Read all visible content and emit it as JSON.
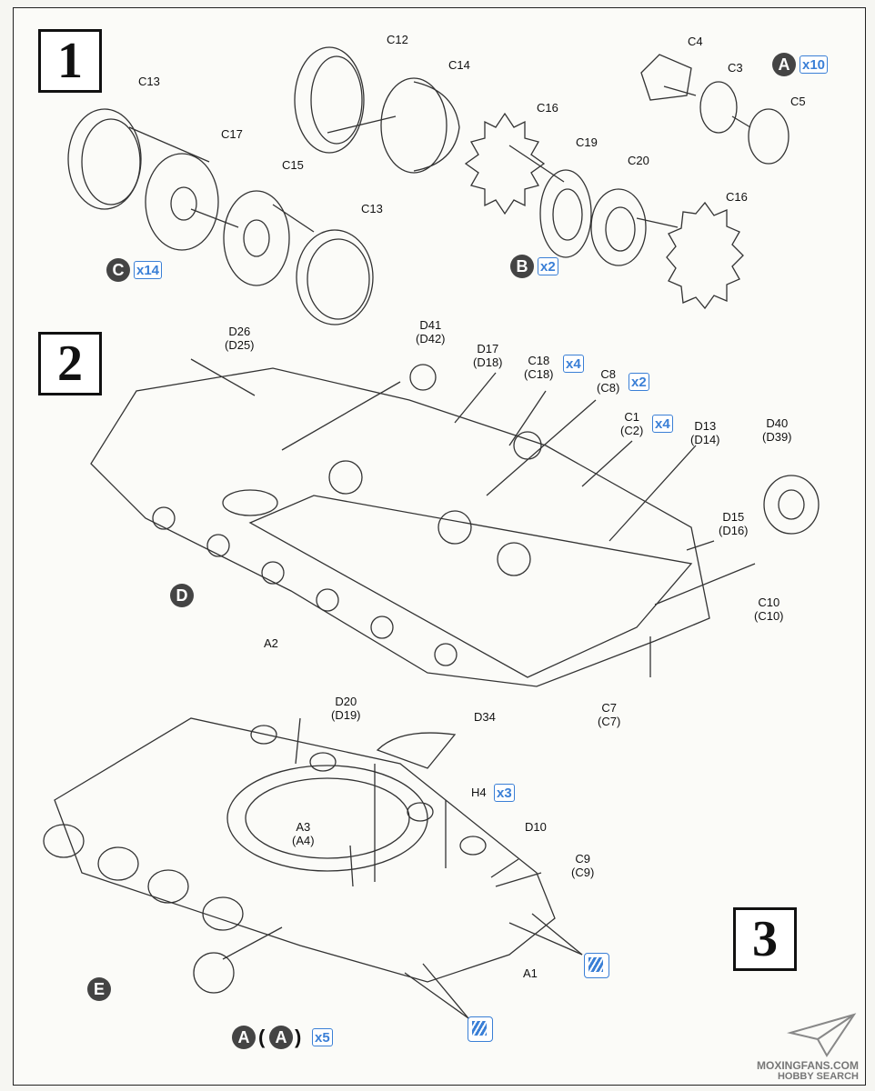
{
  "steps": {
    "s1": "1",
    "s2": "2",
    "s3": "3"
  },
  "circles": {
    "A": "A",
    "B": "B",
    "C": "C",
    "D": "D",
    "E": "E",
    "A_paren_open": "(",
    "A_inner": "A",
    "A_paren_close": ")"
  },
  "multipliers": {
    "A": "x10",
    "B": "x2",
    "C": "x14",
    "C18": "x4",
    "C8": "x2",
    "C1": "x4",
    "H4": "x3",
    "A_bottom": "x5"
  },
  "labels": {
    "step1": [
      "C12",
      "C14",
      "C13",
      "C17",
      "C16",
      "C15",
      "C19",
      "C20",
      "C13",
      "C16",
      "C4",
      "C3",
      "C5"
    ],
    "step2": [
      "D26\n(D25)",
      "D41\n(D42)",
      "D17\n(D18)",
      "C18\n(C18)",
      "C8\n(C8)",
      "C1\n(C2)",
      "D13\n(D14)",
      "D40\n(D39)",
      "D15\n(D16)",
      "C10\n(C10)",
      "A2",
      "C7\n(C7)"
    ],
    "step3": [
      "D20\n(D19)",
      "D34",
      "H4",
      "A3\n(A4)",
      "D10",
      "C9\n(C9)",
      "A1"
    ]
  },
  "watermark": {
    "line1": "MOXINGFANS.COM",
    "line2": "HOBBY SEARCH"
  },
  "colors": {
    "accent": "#3a7fd6",
    "ink": "#222222",
    "badge": "#444444"
  }
}
